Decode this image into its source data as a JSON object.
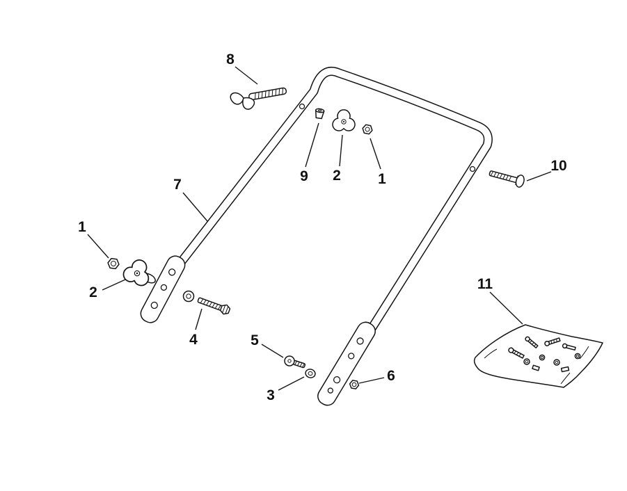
{
  "diagram": {
    "kind": "exploded-parts-diagram",
    "subject": "lawn-mower-upper-handle-assembly",
    "colors": {
      "ink": "#151515",
      "background": "#ffffff"
    },
    "callouts": {
      "c1_top": {
        "label": "1",
        "part": "flange-nut"
      },
      "c1_left": {
        "label": "1",
        "part": "flange-nut"
      },
      "c2_top": {
        "label": "2",
        "part": "star-knob"
      },
      "c2_left": {
        "label": "2",
        "part": "star-knob"
      },
      "c3": {
        "label": "3",
        "part": "washer-spacer"
      },
      "c4": {
        "label": "4",
        "part": "hex-bolt-with-washer"
      },
      "c5": {
        "label": "5",
        "part": "pan-head-screw"
      },
      "c6": {
        "label": "6",
        "part": "nut"
      },
      "c7": {
        "label": "7",
        "part": "upper-handle-bar"
      },
      "c8": {
        "label": "8",
        "part": "wing-screw"
      },
      "c9": {
        "label": "9",
        "part": "spacer-cup"
      },
      "c10": {
        "label": "10",
        "part": "carriage-bolt"
      },
      "c11": {
        "label": "11",
        "part": "hardware-kit-bag"
      }
    }
  }
}
